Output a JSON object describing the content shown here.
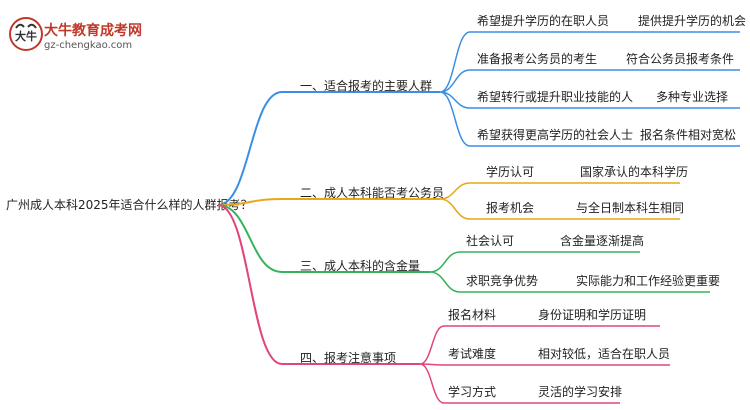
{
  "logo": {
    "title": "大牛教育成考网",
    "subtitle": "gz-chengkao.com",
    "mark_text": "大牛"
  },
  "mindmap": {
    "root": "广州成人本科2025年适合什么样的人群报考？",
    "branches": [
      {
        "label": "一、适合报考的主要人群",
        "color": "#3a8ee6",
        "items": [
          {
            "left": "希望提升学历的在职人员",
            "right": "提供提升学历的机会"
          },
          {
            "left": "准备报考公务员的考生",
            "right": "符合公务员报考条件"
          },
          {
            "left": "希望转行或提升职业技能的人",
            "right": "多种专业选择"
          },
          {
            "left": "希望获得更高学历的社会人士",
            "right": "报名条件相对宽松"
          }
        ]
      },
      {
        "label": "二、成人本科能否考公务员",
        "color": "#e6a817",
        "items": [
          {
            "left": "学历认可",
            "right": "国家承认的本科学历"
          },
          {
            "left": "报考机会",
            "right": "与全日制本科生相同"
          }
        ]
      },
      {
        "label": "三、成人本科的含金量",
        "color": "#36b35a",
        "items": [
          {
            "left": "社会认可",
            "right": "含金量逐渐提高"
          },
          {
            "left": "求职竞争优势",
            "right": "实际能力和工作经验更重要"
          }
        ]
      },
      {
        "label": "四、报考注意事项",
        "color": "#e0457b",
        "items": [
          {
            "left": "报名材料",
            "right": "身份证明和学历证明"
          },
          {
            "left": "考试难度",
            "right": "相对较低，适合在职人员"
          },
          {
            "left": "学习方式",
            "right": "灵活的学习安排"
          }
        ]
      }
    ]
  }
}
